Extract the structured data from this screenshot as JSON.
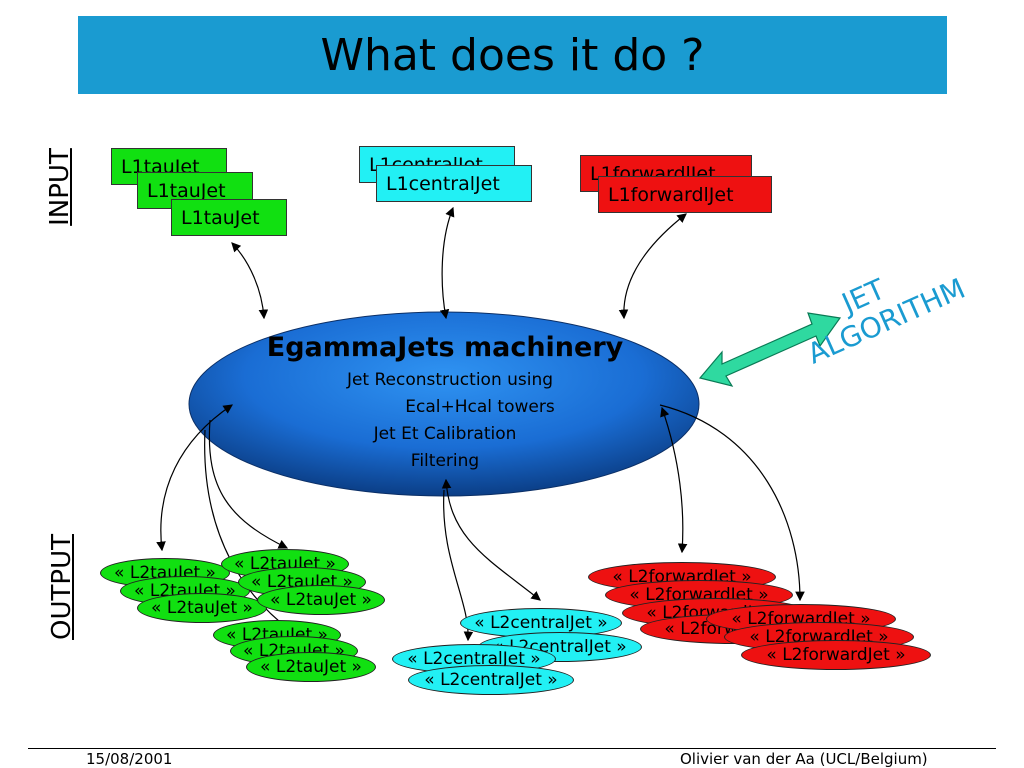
{
  "title": "What does it do ?",
  "labels": {
    "input": "INPUT",
    "output": "OUTPUT"
  },
  "inputs": {
    "tau": [
      "L1tauJet",
      "L1tauJet",
      "L1tauJet"
    ],
    "central": [
      "L1centralJet",
      "L1centralJet"
    ],
    "forward": [
      "L1forwardlJet",
      "L1forwardlJet"
    ]
  },
  "machinery": {
    "title": "EgammaJets machinery",
    "lines": [
      "Jet Reconstruction using",
      "Ecal+Hcal towers",
      "Jet Et Calibration",
      "Filtering"
    ]
  },
  "jet_algorithm": {
    "line1": "JET",
    "line2": "ALGORITHM"
  },
  "outputs": {
    "tau_a": [
      "« L2tauJet »",
      "« L2tauJet »",
      "« L2tauJet »"
    ],
    "tau_b": [
      "« L2tauJet »",
      "« L2tauJet »",
      "« L2tauJet »"
    ],
    "tau_c": [
      "« L2tauJet »",
      "« L2tauJet »",
      "« L2tauJet »"
    ],
    "central_a": [
      "« L2centralJet »",
      "« L2centralJet »"
    ],
    "central_b": [
      "« L2centralJet »",
      "« L2centralJet »"
    ],
    "forward_a": [
      "« L2forwardJet »",
      "« L2forwardJet »",
      "« L2forwardJet »",
      "« L2forwardJet »"
    ],
    "forward_b": [
      "« L2forwardJet »",
      "« L2forwardJet »",
      "« L2forwardJet »"
    ]
  },
  "footer": {
    "date": "15/08/2001",
    "author": "Olivier van der Aa (UCL/Belgium)"
  },
  "colors": {
    "title_bar": "#1a9bd1",
    "tau": "#11e011",
    "central": "#22f0f4",
    "forward": "#ee1111",
    "algo_arrow": "#2fd9a0"
  }
}
